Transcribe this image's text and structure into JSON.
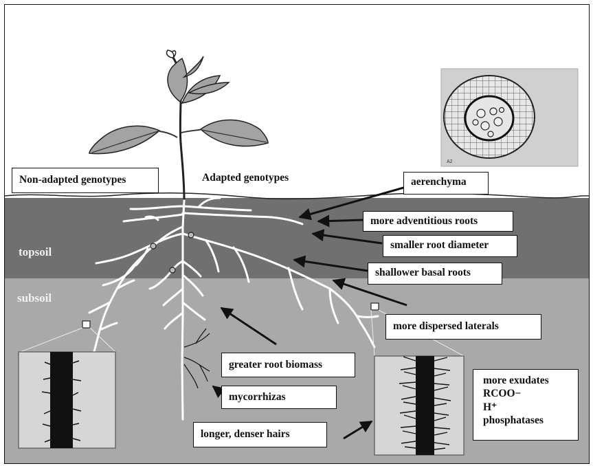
{
  "genotype_labels": {
    "non_adapted": "Non-adapted genotypes",
    "adapted": "Adapted genotypes"
  },
  "soil_layers": {
    "topsoil": "topsoil",
    "subsoil": "subsoil"
  },
  "traits": {
    "aerenchyma": "aerenchyma",
    "adventitious": "more adventitious roots",
    "diameter": "smaller root diameter",
    "basal": "shallower basal roots",
    "laterals": "more dispersed laterals",
    "biomass": "greater root biomass",
    "mycorrhizas": "mycorrhizas",
    "hairs": "longer, denser hairs"
  },
  "exudates": [
    "more exudates",
    "RCOO−",
    "H⁺",
    "phosphatases"
  ],
  "micrograph_caption": "A2",
  "colors": {
    "topsoil": "#707070",
    "subsoil": "#a9a9a9",
    "leaf": "#a3a3a3",
    "root": "#ffffff"
  }
}
